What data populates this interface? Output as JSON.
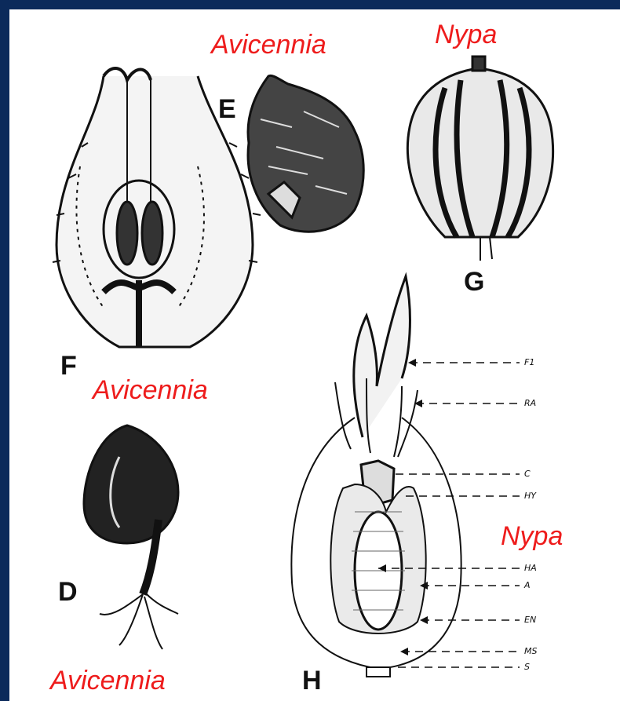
{
  "species": {
    "avicennia_top": "Avicennia",
    "nypa_top": "Nypa",
    "avicennia_mid": "Avicennia",
    "nypa_right": "Nypa",
    "avicennia_bottom": "Avicennia"
  },
  "figure_letters": {
    "e": "E",
    "g": "G",
    "f": "F",
    "d": "D",
    "h": "H"
  },
  "part_labels": {
    "fi": "F1",
    "ra": "RA",
    "c": "C",
    "hy": "HY",
    "ha": "HA",
    "a": "A",
    "en": "EN",
    "ms": "MS",
    "s": "S"
  },
  "colors": {
    "frame": "#0b2a5b",
    "label_red": "#ee1c1c",
    "ink": "#111111",
    "background": "#ffffff"
  }
}
